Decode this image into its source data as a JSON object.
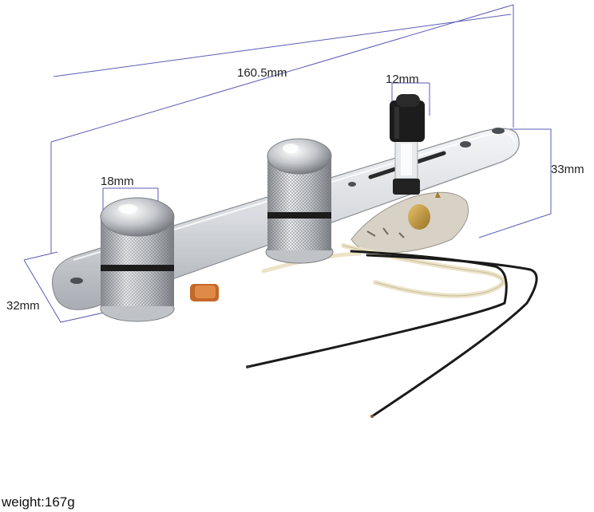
{
  "dimensions": {
    "length": "160.5mm",
    "switch_width": "12mm",
    "knob_width": "18mm",
    "plate_height_right": "33mm",
    "plate_height_left": "32mm"
  },
  "weight": "weight:167g",
  "colors": {
    "dimension_line": "#5b5bb5",
    "chrome": "#d9dce0",
    "wire_black": "#1a1a1a",
    "wire_cream": "#ece3c8",
    "switch_tip": "#1c1c1c",
    "brass": "#c79a3c",
    "background": "#ffffff"
  },
  "icons": [
    "volume-knob",
    "tone-knob",
    "three-way-switch-tip"
  ]
}
